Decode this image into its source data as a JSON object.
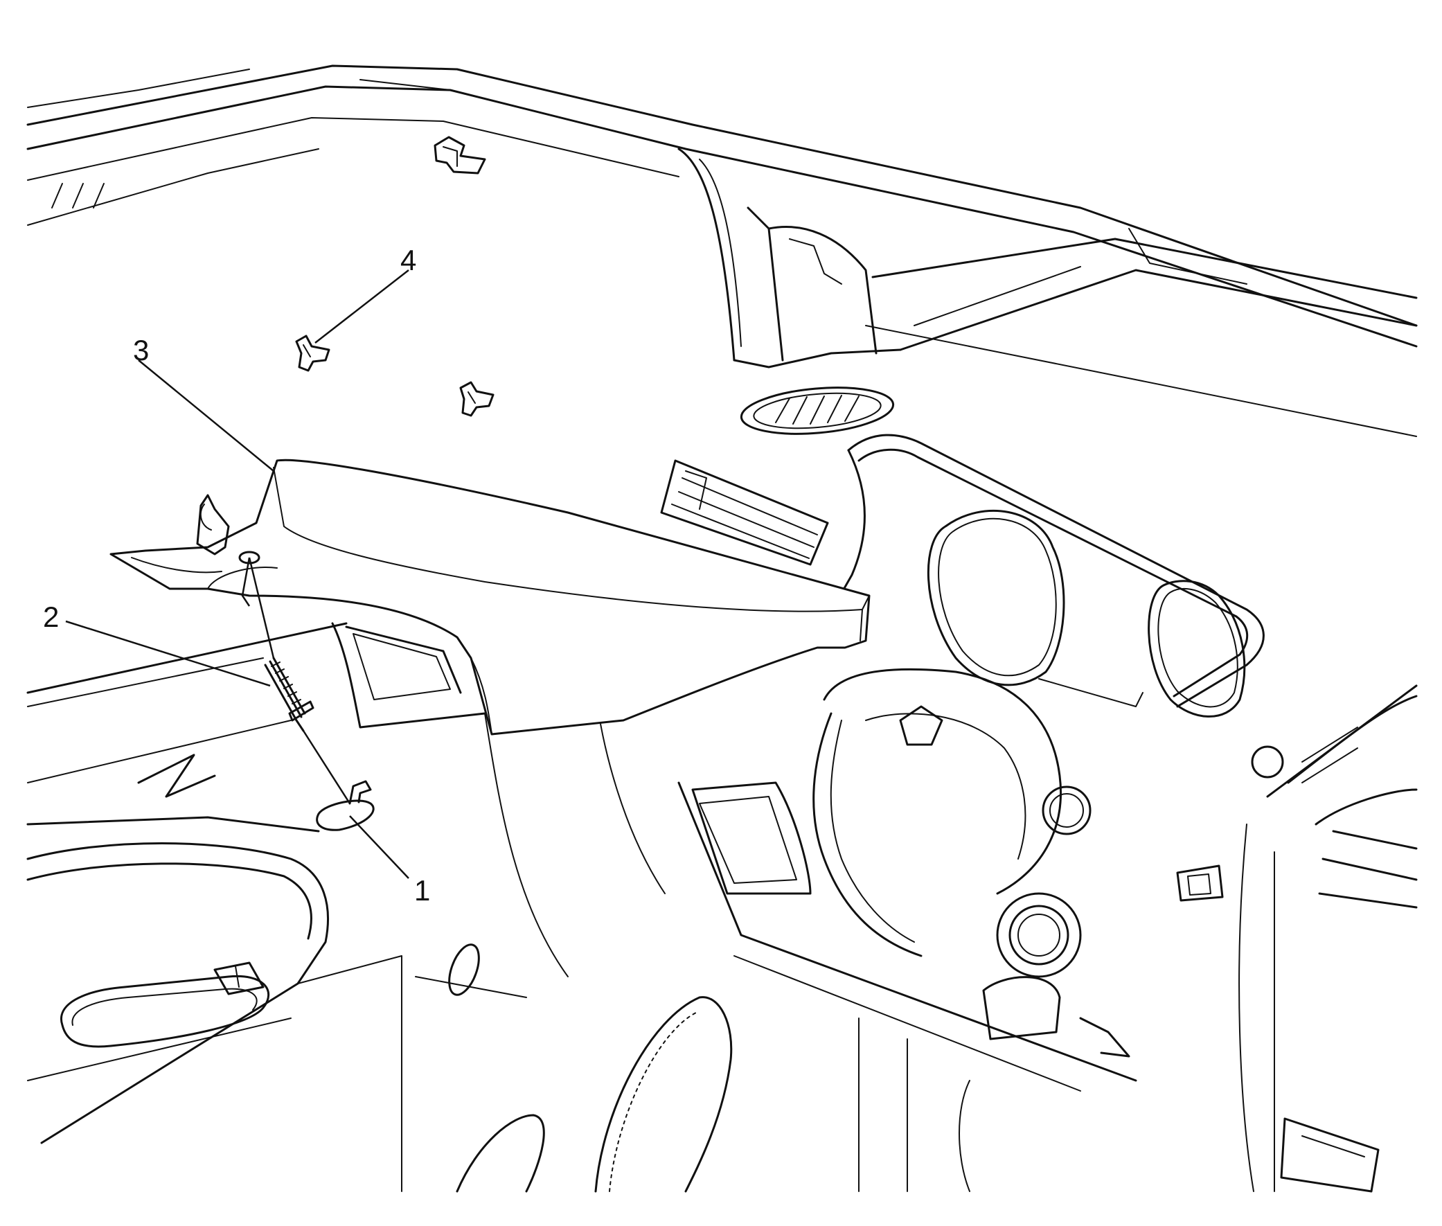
{
  "figure": {
    "callouts": [
      {
        "id": "callout-1",
        "label": "1",
        "part": "cap"
      },
      {
        "id": "callout-2",
        "label": "2",
        "part": "screw"
      },
      {
        "id": "callout-3",
        "label": "3",
        "part": "pillar-trim-panel"
      },
      {
        "id": "callout-4",
        "label": "4",
        "part": "clip"
      }
    ]
  }
}
